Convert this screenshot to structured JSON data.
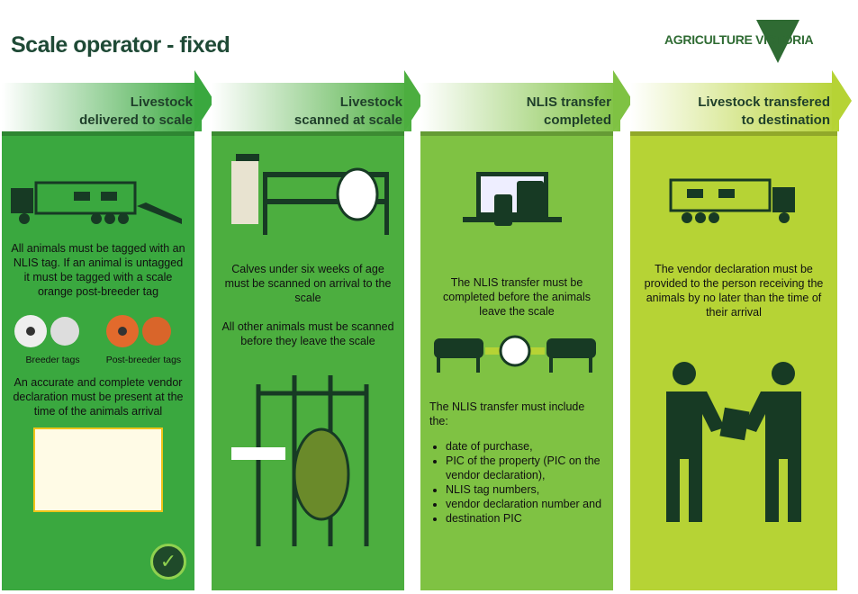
{
  "title": "Scale operator - fixed",
  "logo": "AGRICULTURE VICTORIA",
  "colors": {
    "col1": "#3aa83f",
    "col2": "#4cae3f",
    "col3": "#7fc243",
    "col4": "#b6d335",
    "text_dark": "#1f4a36"
  },
  "steps": [
    {
      "heading1": "Livestock",
      "heading2": "delivered to scale",
      "text1": "All animals must be tagged with an NLIS tag. If an animal is untagged it must be tagged with a scale orange post-breeder tag",
      "tag_label1": "Breeder tags",
      "tag_label2": "Post-breeder tags",
      "text2": "An accurate and complete vendor declaration must be present at the time of the animals arrival"
    },
    {
      "heading1": "Livestock",
      "heading2": "scanned at scale",
      "text1": "Calves under six weeks of age must be scanned on arrival to the scale",
      "text2": "All other animals must be scanned before they leave the scale"
    },
    {
      "heading1": "NLIS transfer",
      "heading2": "completed",
      "text1": "The NLIS transfer must be completed before the animals leave the scale",
      "text2": "The NLIS transfer must include the:",
      "bullets": [
        "date of purchase,",
        "PIC of the property (PIC on the vendor declaration),",
        "NLIS tag numbers,",
        "vendor declaration number and",
        "destination PIC"
      ]
    },
    {
      "heading1": "Livestock transfered",
      "heading2": "to destination",
      "text1": "The vendor declaration must be provided to the person receiving the animals by no later than the time of their arrival"
    }
  ]
}
